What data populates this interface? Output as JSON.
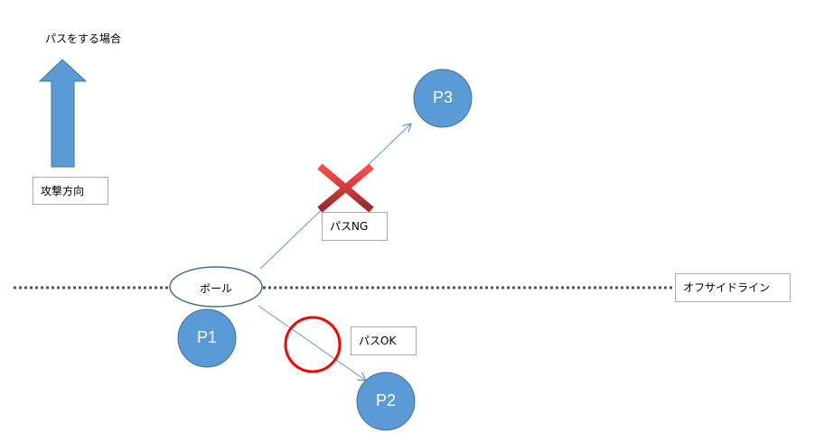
{
  "title": "パスをする場合",
  "direction_label": "攻撃方向",
  "ball_label": "ボール",
  "offside_label": "オフサイドライン",
  "pass_ng_label": "パスNG",
  "pass_ok_label": "パスOK",
  "players": [
    "P1",
    "P2",
    "P3"
  ],
  "colors": {
    "player": "#5b9bd5",
    "ng": "#e84545",
    "ok": "#ff0000",
    "line": "#44546a"
  }
}
